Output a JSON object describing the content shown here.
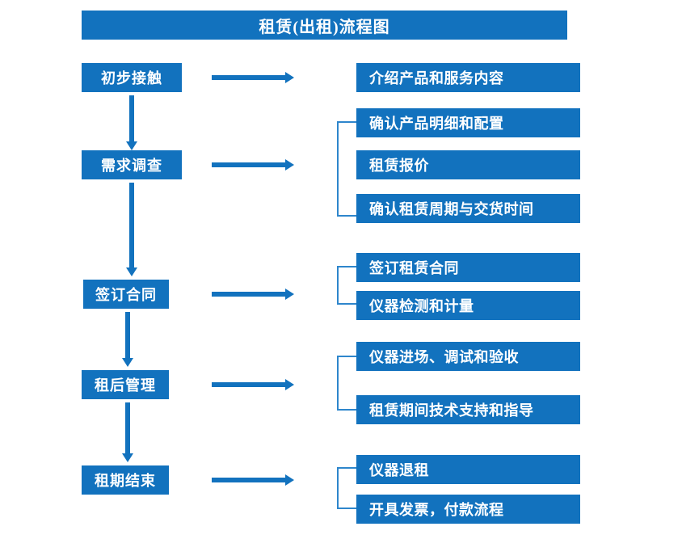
{
  "title": "租赁(出租)流程图",
  "colors": {
    "box_blue": "#1272BE",
    "bracket_blue": "#2E86CC",
    "arrow_blue": "#1272BE",
    "text_white": "#FFFFFF",
    "background": "#FFFFFF"
  },
  "stages": [
    {
      "label": "初步接触"
    },
    {
      "label": "需求调查"
    },
    {
      "label": "签订合同"
    },
    {
      "label": "租后管理"
    },
    {
      "label": "租期结束"
    }
  ],
  "groups": [
    {
      "stage": "初步接触",
      "bracketed": false,
      "details": [
        {
          "label": "介绍产品和服务内容"
        }
      ]
    },
    {
      "stage": "需求调查",
      "bracketed": true,
      "details": [
        {
          "label": "确认产品明细和配置"
        },
        {
          "label": "租赁报价"
        },
        {
          "label": "确认租赁周期与交货时间"
        }
      ]
    },
    {
      "stage": "签订合同",
      "bracketed": true,
      "details": [
        {
          "label": "签订租赁合同"
        },
        {
          "label": "仪器检测和计量"
        }
      ]
    },
    {
      "stage": "租后管理",
      "bracketed": true,
      "details": [
        {
          "label": "仪器进场、调试和验收"
        },
        {
          "label": "租赁期间技术支持和指导"
        }
      ]
    },
    {
      "stage": "租期结束",
      "bracketed": true,
      "details": [
        {
          "label": "仪器退租"
        },
        {
          "label": "开具发票，付款流程"
        }
      ]
    }
  ],
  "connectors": {
    "down_arrows": 4,
    "right_arrows": 5
  }
}
